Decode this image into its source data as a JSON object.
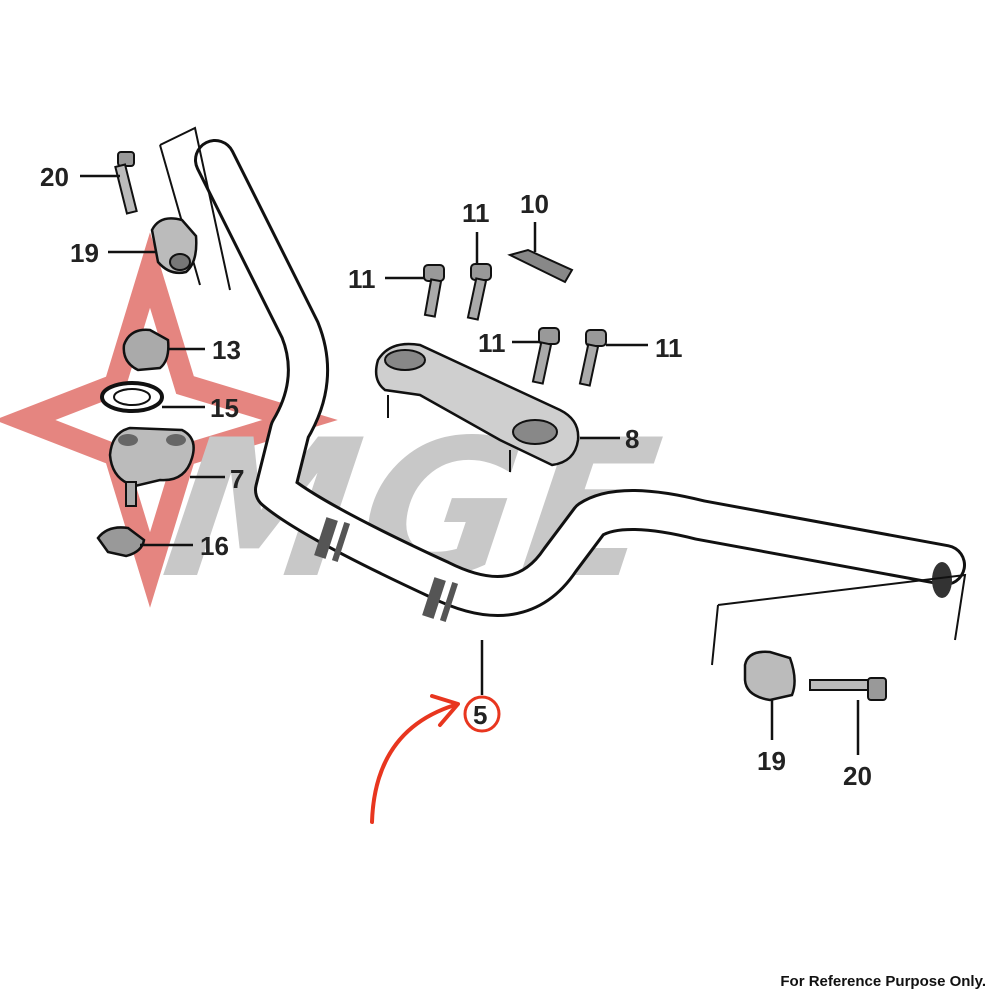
{
  "diagram": {
    "watermark_text": "MGE",
    "watermark_star_color": "#e0706a",
    "highlight_color": "#e8361f",
    "labels": {
      "l20a": "20",
      "l19a": "19",
      "l13": "13",
      "l15": "15",
      "l7": "7",
      "l16": "16",
      "l11a": "11",
      "l11b": "11",
      "l10": "10",
      "l11c": "11",
      "l11d": "11",
      "l8": "8",
      "l5": "5",
      "l19b": "19",
      "l20b": "20"
    },
    "highlighted_part": "5"
  },
  "footer": {
    "note": "For Reference Purpose Only."
  }
}
